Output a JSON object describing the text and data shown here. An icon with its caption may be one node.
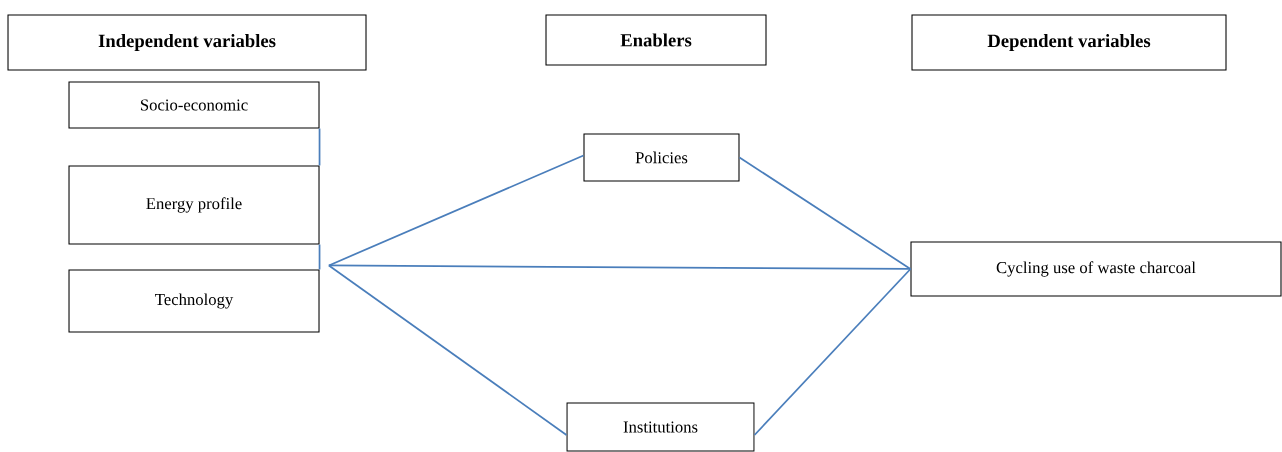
{
  "diagram": {
    "nodes": [
      {
        "text": [
          "Independent variables"
        ]
      },
      {
        "text": [
          "Enablers"
        ]
      },
      {
        "text": [
          "Dependent variables"
        ]
      },
      {
        "text": [
          "Socio-economic"
        ]
      },
      {
        "text": [
          "Energy profile"
        ]
      },
      {
        "text": [
          "Technology"
        ]
      },
      {
        "text": [
          "Policies"
        ]
      },
      {
        "text": [
          "Cycling use of waste charcoal"
        ]
      },
      {
        "text": [
          "Institutions"
        ]
      }
    ],
    "edges": [
      {
        "from": 3,
        "to": 4,
        "arrow": "none"
      },
      {
        "from": 4,
        "to": 5,
        "arrow": "none"
      },
      {
        "from": 5,
        "to": 6,
        "arrow": "none"
      },
      {
        "from": 5,
        "to": 7,
        "arrow": "none"
      },
      {
        "from": 5,
        "to": 8,
        "arrow": "none"
      },
      {
        "from": 6,
        "to": 7,
        "arrow": "none"
      },
      {
        "from": 8,
        "to": 7,
        "arrow": "none"
      }
    ]
  }
}
